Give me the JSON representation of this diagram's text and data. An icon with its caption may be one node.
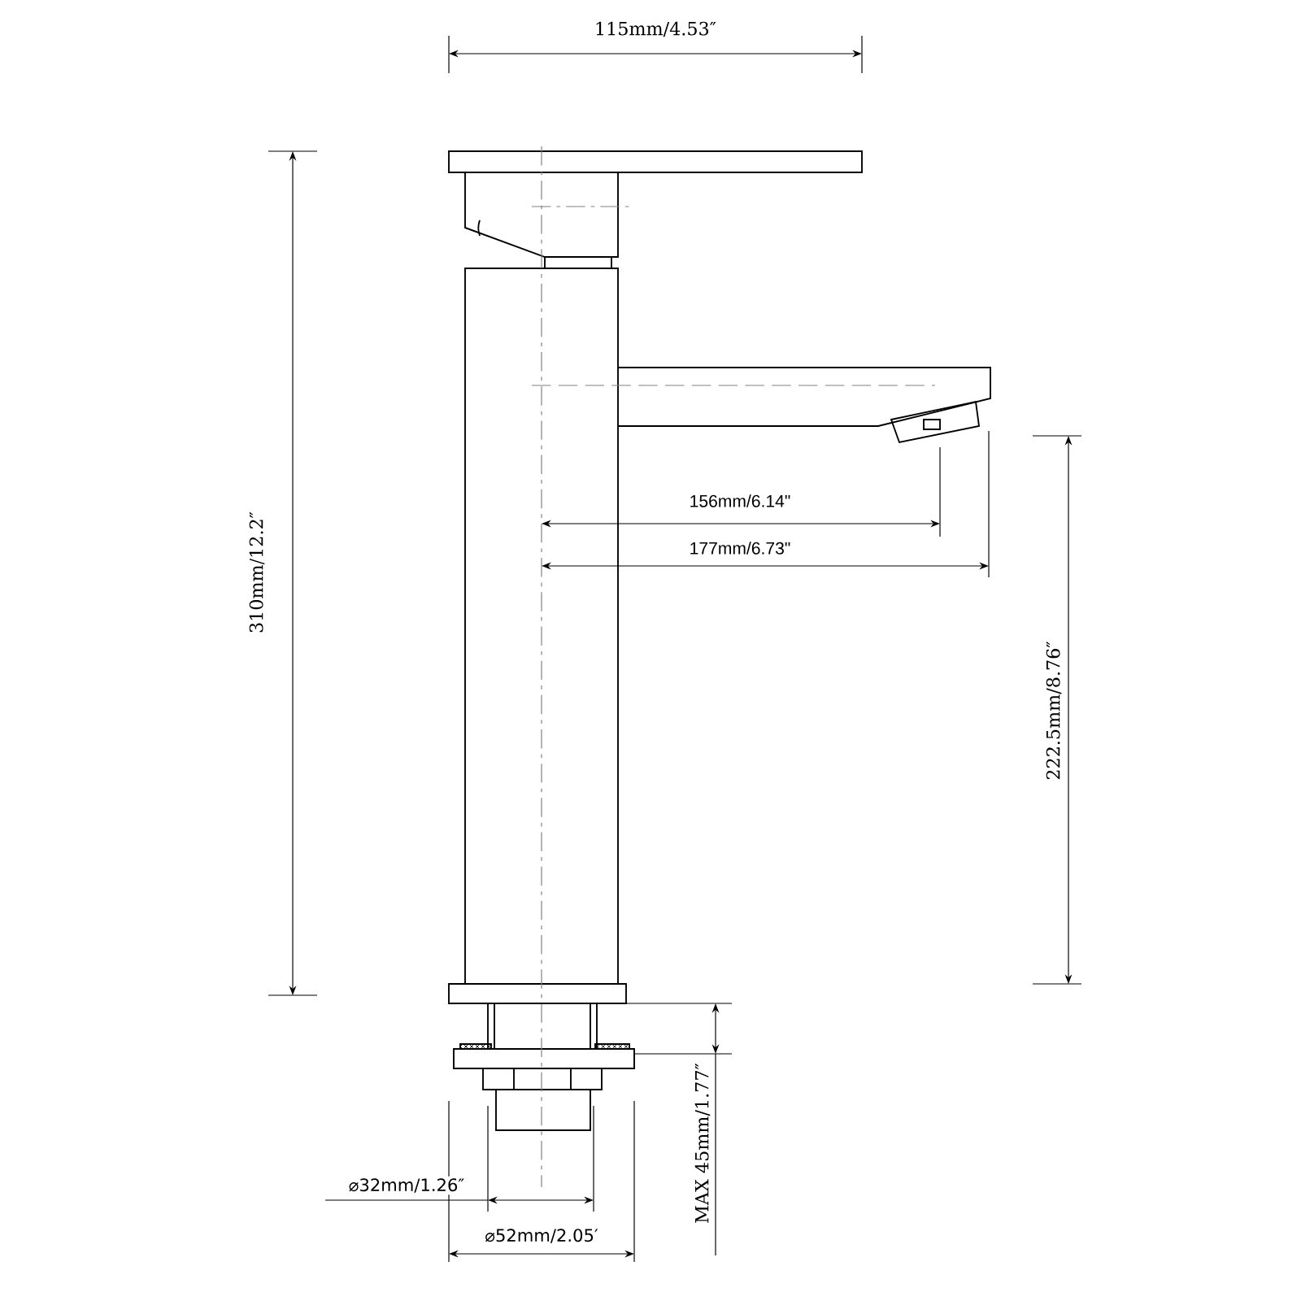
{
  "diagram": {
    "labels": [
      "115mm/4.53″",
      "310mm/12.2″",
      "156mm/6.14\"",
      "177mm/6.73\"",
      "222.5mm/8.76″",
      "MAX 45mm/1.77″",
      "⌀32mm/1.26″",
      "⌀52mm/2.05′"
    ]
  }
}
